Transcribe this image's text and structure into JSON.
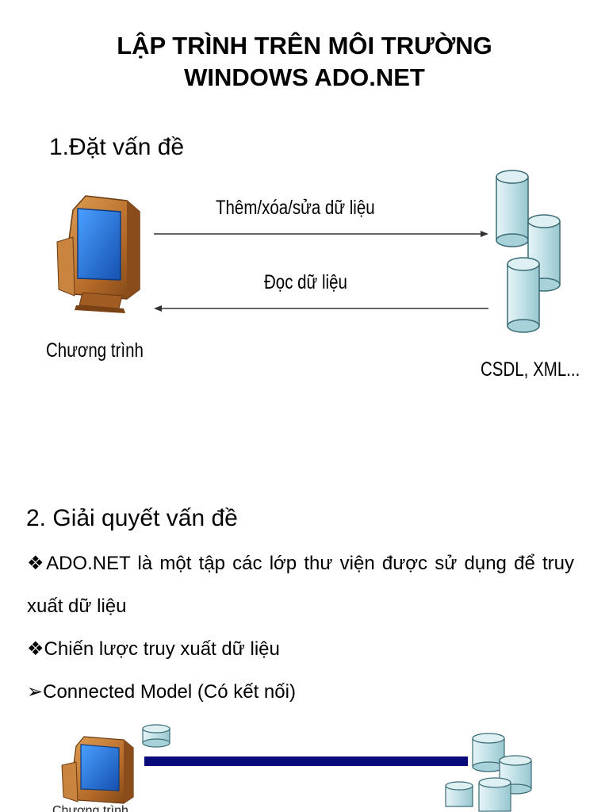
{
  "title": {
    "line1": "LẬP TRÌNH TRÊN MÔI TRƯỜNG",
    "line2": "WINDOWS ADO.NET"
  },
  "section1": {
    "heading": "1.Đặt vấn đề",
    "diagram": {
      "write_label": "Thêm/xóa/sửa dữ liệu",
      "read_label": "Đọc dữ liệu",
      "program_label": "Chương trình",
      "db_label": "CSDL, XML..."
    }
  },
  "section2": {
    "heading": "2. Giải quyết vấn đề",
    "bullet1_symbol": "❖",
    "bullet1_text": "ADO.NET là một tập các lớp thư viện được sử dụng để truy xuất dữ liệu",
    "bullet2_symbol": "❖",
    "bullet2_text": "Chiến lược truy xuất dữ liệu",
    "arrow_symbol": "➢",
    "arrow_text": "Connected Model (Có kết nối)",
    "diagram": {
      "program_label": "Chương trình"
    }
  },
  "colors": {
    "monitor_body": "#b46a28",
    "screen": "#1f6fd1",
    "cylinder": "#bfe0e6",
    "connection_line": "#0a0a7a"
  }
}
